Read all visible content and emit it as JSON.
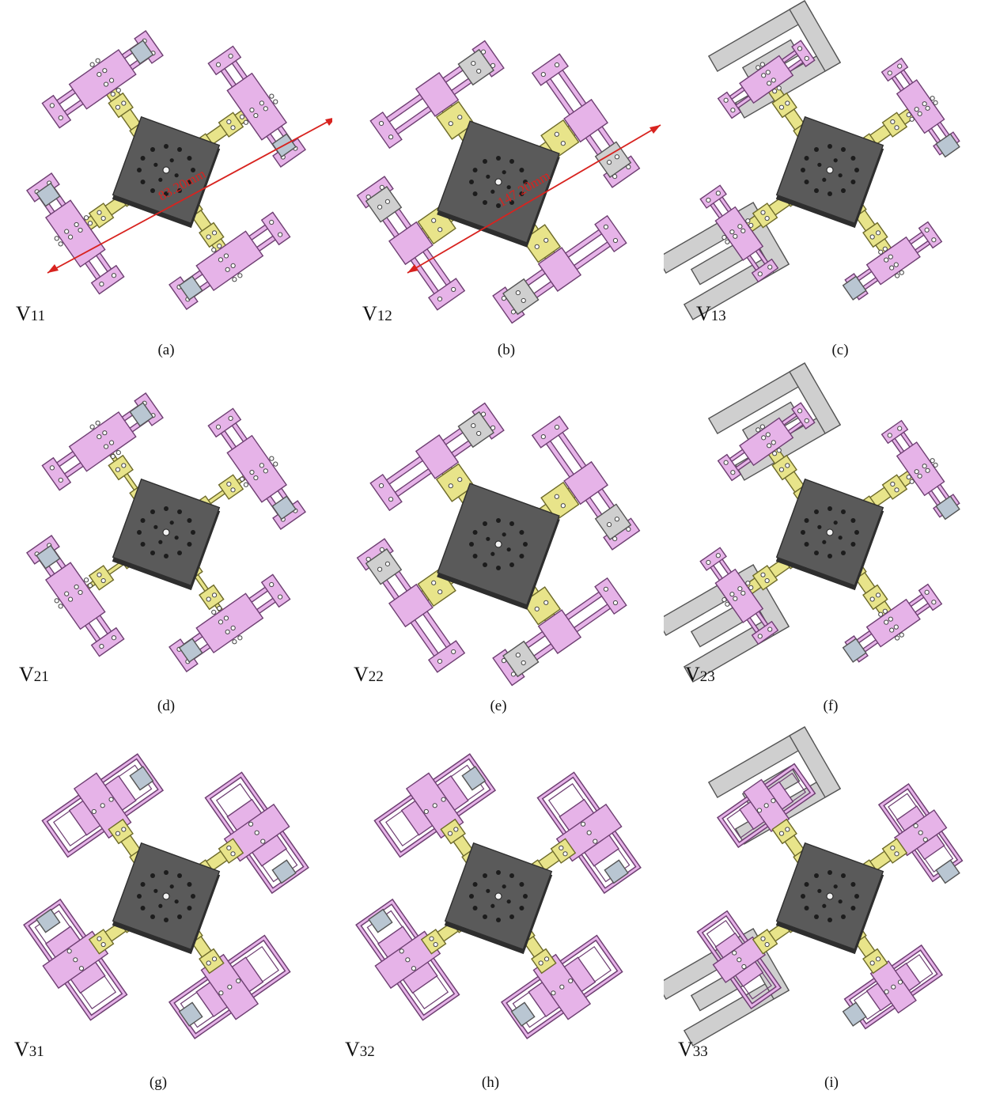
{
  "panels": [
    {
      "id": "a",
      "caption": "(a)",
      "label_main": "V",
      "label_sub": "11",
      "variant": 1,
      "gray_blocks": false,
      "dimension_text": "83.20mm"
    },
    {
      "id": "b",
      "caption": "(b)",
      "label_main": "V",
      "label_sub": "12",
      "variant": 2,
      "gray_blocks": false,
      "dimension_text": "147.20mm"
    },
    {
      "id": "c",
      "caption": "(c)",
      "label_main": "V",
      "label_sub": "13",
      "variant": 1,
      "gray_blocks": true,
      "dimension_text": ""
    },
    {
      "id": "d",
      "caption": "(d)",
      "label_main": "V",
      "label_sub": "21",
      "variant": 1,
      "gray_blocks": false,
      "dimension_text": ""
    },
    {
      "id": "e",
      "caption": "(e)",
      "label_main": "V",
      "label_sub": "22",
      "variant": 2,
      "gray_blocks": false,
      "dimension_text": ""
    },
    {
      "id": "f",
      "caption": "(f)",
      "label_main": "V",
      "label_sub": "23",
      "variant": 1,
      "gray_blocks": true,
      "dimension_text": ""
    },
    {
      "id": "g",
      "caption": "(g)",
      "label_main": "V",
      "label_sub": "31",
      "variant": 3,
      "gray_blocks": false,
      "dimension_text": ""
    },
    {
      "id": "h",
      "caption": "(h)",
      "label_main": "V",
      "label_sub": "32",
      "variant": 3,
      "gray_blocks": false,
      "dimension_text": ""
    },
    {
      "id": "i",
      "caption": "(i)",
      "label_main": "V",
      "label_sub": "33",
      "variant": 3,
      "gray_blocks": true,
      "dimension_text": ""
    }
  ],
  "colors": {
    "platform": "#5a5a5a",
    "platform_edge": "#2e2e2e",
    "pink": "#e6b3e8",
    "pink_edge": "#6e3f72",
    "yellow": "#e8e48a",
    "yellow_edge": "#6d6a2a",
    "gray_block": "#cfcfcf",
    "gray_edge": "#555555",
    "blue_block": "#b9c6d2",
    "dimension": "#d8231f"
  }
}
